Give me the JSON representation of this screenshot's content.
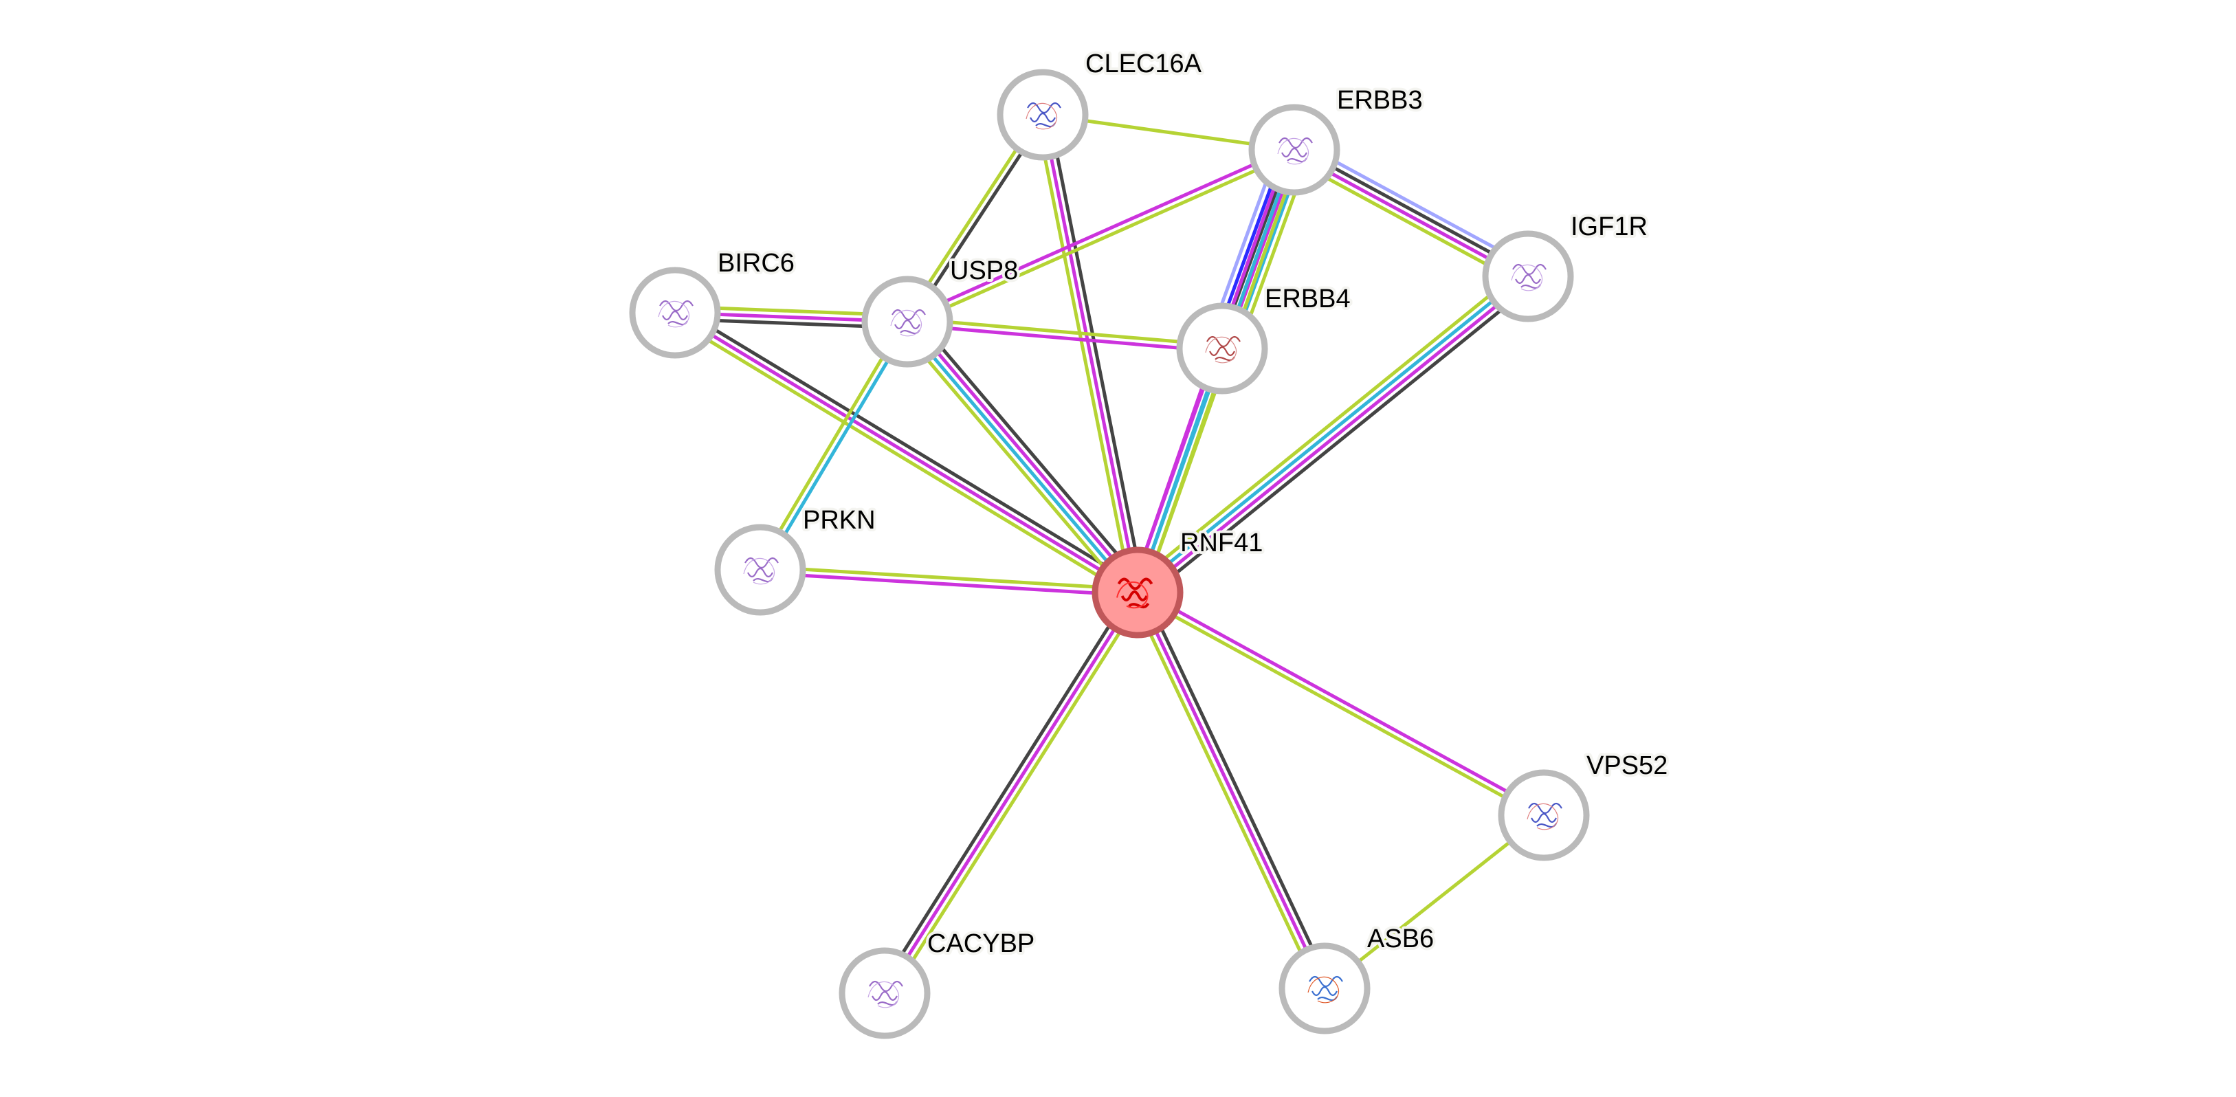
{
  "network": {
    "title": "Protein interaction network",
    "query_node": "RNF41",
    "edge_colors": {
      "textmining": "#b5d334",
      "experiments": "#cc33dd",
      "coexpression": "#444444",
      "curated_databases": "#33b5d9",
      "gene_fusion": "#2b2bff",
      "gene_cooccurrence": "#a1a6ff"
    },
    "nodes": [
      {
        "id": "CLEC16A",
        "label": "CLEC16A",
        "structure_icon": "protein-structure-icon-blue",
        "query": false
      },
      {
        "id": "ERBB3",
        "label": "ERBB3",
        "structure_icon": "protein-structure-icon-purple",
        "query": false
      },
      {
        "id": "IGF1R",
        "label": "IGF1R",
        "structure_icon": "protein-structure-icon-purple",
        "query": false
      },
      {
        "id": "BIRC6",
        "label": "BIRC6",
        "structure_icon": "protein-structure-icon-purple",
        "query": false
      },
      {
        "id": "USP8",
        "label": "USP8",
        "structure_icon": "protein-structure-icon-purple",
        "query": false
      },
      {
        "id": "ERBB4",
        "label": "ERBB4",
        "structure_icon": "protein-structure-icon-brown",
        "query": false
      },
      {
        "id": "PRKN",
        "label": "PRKN",
        "structure_icon": "protein-structure-icon-purple",
        "query": false
      },
      {
        "id": "RNF41",
        "label": "RNF41",
        "structure_icon": "protein-structure-icon-red",
        "query": true
      },
      {
        "id": "VPS52",
        "label": "VPS52",
        "structure_icon": "protein-structure-icon-blue",
        "query": false
      },
      {
        "id": "CACYBP",
        "label": "CACYBP",
        "structure_icon": "protein-structure-icon-purple",
        "query": false
      },
      {
        "id": "ASB6",
        "label": "ASB6",
        "structure_icon": "protein-structure-icon-rainbow",
        "query": false
      }
    ],
    "edges": [
      {
        "source": "CLEC16A",
        "target": "ERBB3",
        "evidence": [
          "textmining"
        ]
      },
      {
        "source": "CLEC16A",
        "target": "USP8",
        "evidence": [
          "coexpression",
          "textmining"
        ]
      },
      {
        "source": "CLEC16A",
        "target": "RNF41",
        "evidence": [
          "coexpression",
          "experiments",
          "textmining"
        ]
      },
      {
        "source": "ERBB3",
        "target": "USP8",
        "evidence": [
          "textmining",
          "experiments"
        ]
      },
      {
        "source": "ERBB3",
        "target": "IGF1R",
        "evidence": [
          "gene_cooccurrence",
          "coexpression",
          "experiments",
          "textmining"
        ]
      },
      {
        "source": "ERBB3",
        "target": "ERBB4",
        "evidence": [
          "textmining",
          "curated_databases",
          "experiments",
          "coexpression",
          "gene_fusion",
          "gene_cooccurrence"
        ]
      },
      {
        "source": "ERBB3",
        "target": "RNF41",
        "evidence": [
          "textmining",
          "curated_databases",
          "experiments"
        ]
      },
      {
        "source": "IGF1R",
        "target": "RNF41",
        "evidence": [
          "coexpression",
          "experiments",
          "curated_databases",
          "textmining"
        ]
      },
      {
        "source": "BIRC6",
        "target": "USP8",
        "evidence": [
          "textmining",
          "experiments",
          "coexpression"
        ]
      },
      {
        "source": "BIRC6",
        "target": "RNF41",
        "evidence": [
          "coexpression",
          "experiments",
          "textmining"
        ]
      },
      {
        "source": "USP8",
        "target": "ERBB4",
        "evidence": [
          "textmining",
          "experiments"
        ]
      },
      {
        "source": "USP8",
        "target": "PRKN",
        "evidence": [
          "curated_databases",
          "textmining"
        ]
      },
      {
        "source": "USP8",
        "target": "RNF41",
        "evidence": [
          "coexpression",
          "experiments",
          "curated_databases",
          "textmining"
        ]
      },
      {
        "source": "ERBB4",
        "target": "RNF41",
        "evidence": [
          "textmining",
          "curated_databases",
          "experiments"
        ]
      },
      {
        "source": "PRKN",
        "target": "RNF41",
        "evidence": [
          "textmining",
          "experiments"
        ]
      },
      {
        "source": "RNF41",
        "target": "VPS52",
        "evidence": [
          "experiments",
          "textmining"
        ]
      },
      {
        "source": "RNF41",
        "target": "CACYBP",
        "evidence": [
          "textmining",
          "experiments",
          "coexpression"
        ]
      },
      {
        "source": "RNF41",
        "target": "ASB6",
        "evidence": [
          "coexpression",
          "experiments",
          "textmining"
        ]
      },
      {
        "source": "VPS52",
        "target": "ASB6",
        "evidence": [
          "textmining"
        ]
      }
    ]
  }
}
